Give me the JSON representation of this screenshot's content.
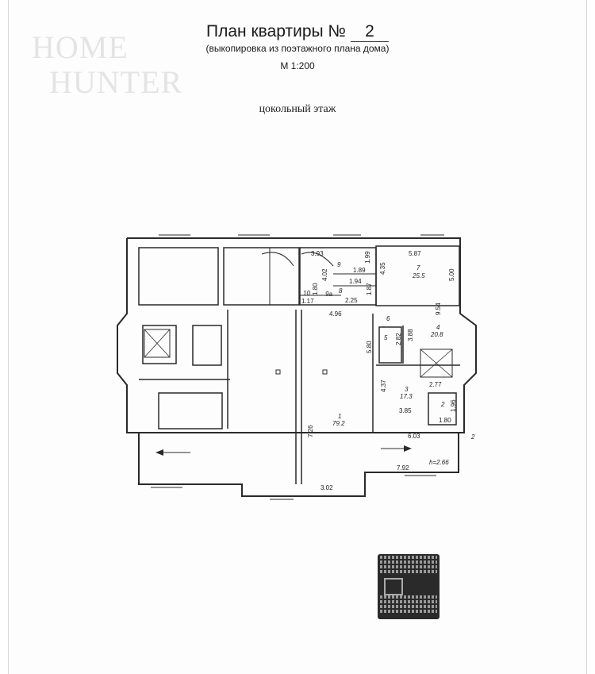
{
  "document": {
    "title_prefix": "План квартиры №",
    "apartment_number": "2",
    "subtitle": "(выкопировка из поэтажного плана дома)",
    "scale": "М 1:200",
    "floor_label": "цокольный этаж",
    "watermark_line1": "HOME",
    "watermark_line2": "HUNTER"
  },
  "plan": {
    "dimensions": [
      "3.93",
      "4.02",
      "1.99",
      "1.89",
      "1.94",
      "1.87",
      "1.80",
      "1.17",
      "2.25",
      "4.35",
      "5.87",
      "5.00",
      "9.54",
      "4.96",
      "2.82",
      "3.88",
      "5.80",
      "4.37",
      "2.77",
      "3.85",
      "1.96",
      "1.80",
      "6.03",
      "7.92",
      "7.26",
      "3.02"
    ],
    "rooms": [
      "9",
      "8",
      "9а",
      "10",
      "7",
      "25.5",
      "4",
      "20.8",
      "6",
      "5",
      "3",
      "17.3",
      "2",
      "1",
      "79.2"
    ],
    "height_note": "h=2.66",
    "apartment_marker": "2"
  },
  "colors": {
    "line": "#2a2a2a",
    "paper": "#fdfdfd",
    "watermark": "#e4e4e4"
  }
}
